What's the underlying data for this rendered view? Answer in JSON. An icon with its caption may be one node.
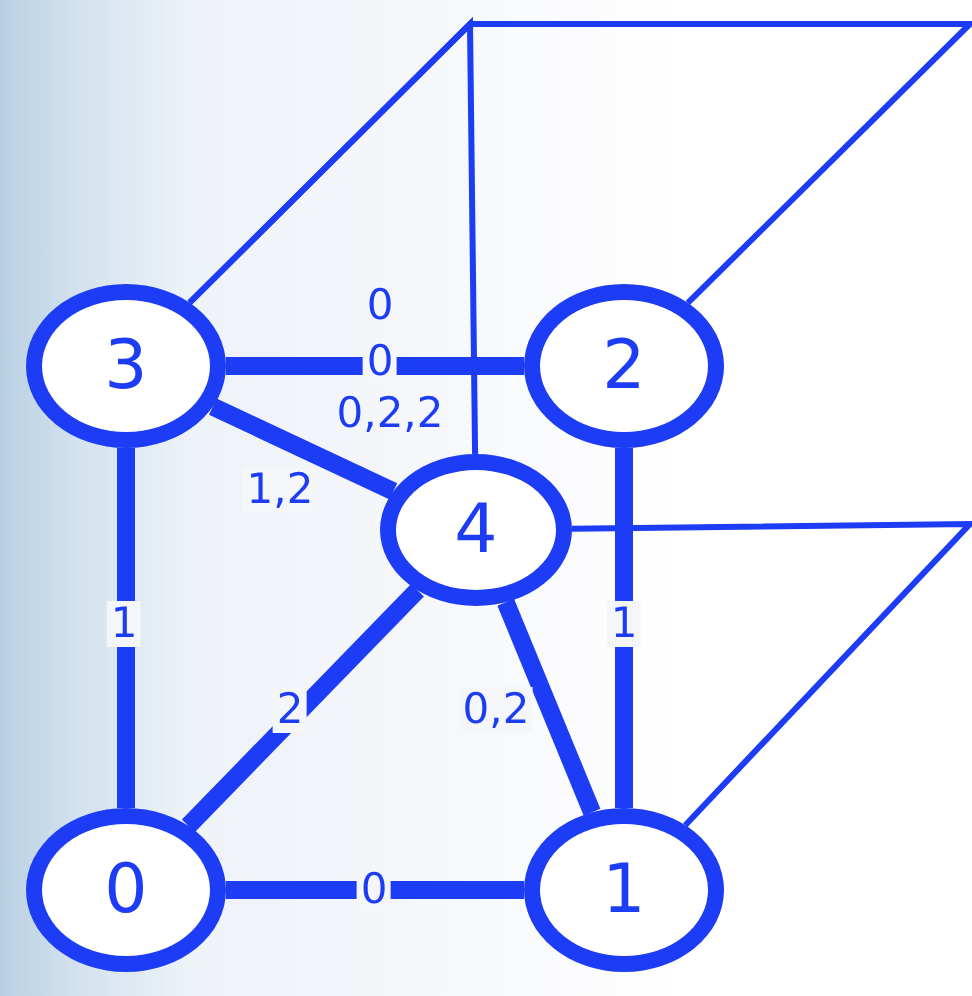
{
  "diagram": {
    "nodes": [
      {
        "text": [
          "3"
        ]
      },
      {
        "text": [
          "2"
        ]
      },
      {
        "text": [
          "4"
        ]
      },
      {
        "text": [
          "0"
        ]
      },
      {
        "text": [
          "1"
        ]
      }
    ],
    "edges": [
      {
        "from": 0,
        "to": 1,
        "arrow": "none",
        "label": "0"
      },
      {
        "from": 0,
        "to": 2,
        "arrow": "none",
        "label": "1,2"
      },
      {
        "from": 0,
        "to": 3,
        "arrow": "none",
        "label": "1"
      },
      {
        "from": 1,
        "to": 4,
        "arrow": "none",
        "label": "1"
      },
      {
        "from": 2,
        "to": 3,
        "arrow": "none",
        "label": "2"
      },
      {
        "from": 2,
        "to": 4,
        "arrow": "none",
        "label": "0,2"
      },
      {
        "from": 3,
        "to": 4,
        "arrow": "none",
        "label": "0"
      },
      {
        "from": 0,
        "to": 1,
        "arrow": "none"
      },
      {
        "from": 0,
        "to": 2,
        "arrow": "none"
      },
      {
        "from": 2,
        "to": 4,
        "arrow": "none"
      }
    ],
    "labels": [
      "0",
      "0,2,2"
    ]
  }
}
